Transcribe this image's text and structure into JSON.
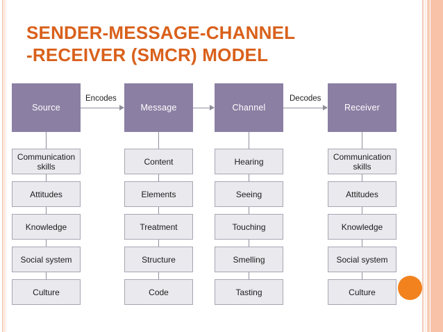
{
  "slide": {
    "title_line_1": "SENDER-MESSAGE-CHANNEL",
    "title_line_2": "-RECEIVER (SMCR) MODEL",
    "title_color": "#d9601b",
    "background_color": "#ffffff"
  },
  "theme": {
    "header_box_fill": "#8b7fa3",
    "header_box_text": "#ffffff",
    "attribute_box_fill": "#e9e9ee",
    "attribute_box_border": "#a6a6b4",
    "attribute_box_text": "#1c1c1c",
    "connector_color": "#8f8f9c",
    "accent_dot_color": "#f2821e",
    "border_band_color": "#f8c2a8"
  },
  "diagram": {
    "type": "flow-model",
    "columns": [
      {
        "header": "Source",
        "attributes": [
          "Communication skills",
          "Attitudes",
          "Knowledge",
          "Social system",
          "Culture"
        ]
      },
      {
        "header": "Message",
        "attributes": [
          "Content",
          "Elements",
          "Treatment",
          "Structure",
          "Code"
        ]
      },
      {
        "header": "Channel",
        "attributes": [
          "Hearing",
          "Seeing",
          "Touching",
          "Smelling",
          "Tasting"
        ]
      },
      {
        "header": "Receiver",
        "attributes": [
          "Communication skills",
          "Attitudes",
          "Knowledge",
          "Social system",
          "Culture"
        ]
      }
    ],
    "edge_labels": [
      {
        "text": "Encodes",
        "from": "Source",
        "to": "Message"
      },
      {
        "text": "",
        "from": "Message",
        "to": "Channel"
      },
      {
        "text": "Decodes",
        "from": "Channel",
        "to": "Receiver"
      }
    ],
    "accent_shape": "orange-circle"
  }
}
